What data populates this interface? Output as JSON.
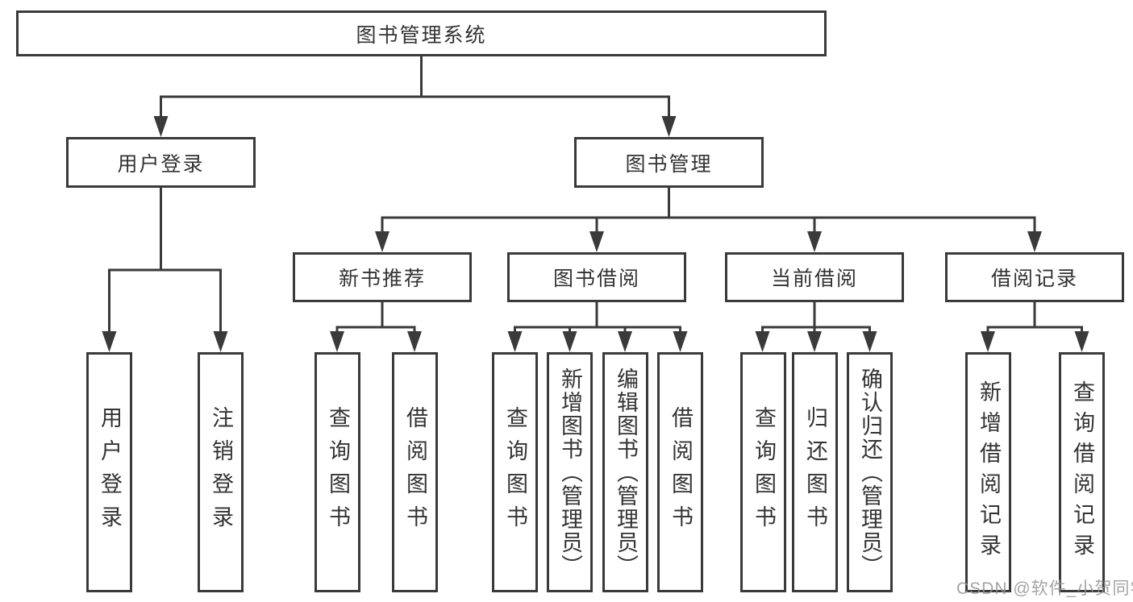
{
  "diagram": {
    "title": "图书管理系统",
    "root": {
      "label": "图书管理系统"
    },
    "level2": [
      {
        "label": "用户登录"
      },
      {
        "label": "图书管理"
      }
    ],
    "level3": [
      {
        "label": "新书推荐"
      },
      {
        "label": "图书借阅"
      },
      {
        "label": "当前借阅"
      },
      {
        "label": "借阅记录"
      }
    ],
    "leaves": {
      "user_login": [
        "用户登录",
        "注销登录"
      ],
      "new_books": [
        "查询图书",
        "借阅图书"
      ],
      "book_borrow": [
        "查询图书",
        "新增图书（管理员）",
        "编辑图书（管理员）",
        "借阅图书"
      ],
      "current_borrow": [
        "查询图书",
        "归还图书",
        "确认归还（管理员）"
      ],
      "borrow_records": [
        "新增借阅记录",
        "查询借阅记录"
      ]
    },
    "colors": {
      "line": "#3a3a3a",
      "box_border": "#3a3a3a",
      "text": "#333333",
      "background": "#ffffff",
      "watermark": "#949494"
    },
    "watermark": "CSDN @软件_小贺同学"
  }
}
